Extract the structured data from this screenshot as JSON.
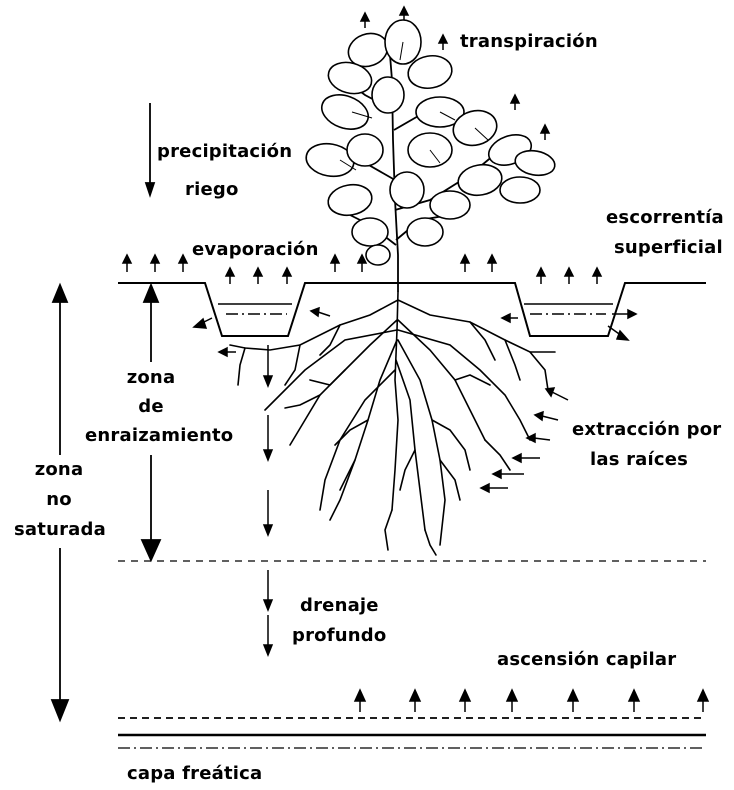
{
  "labels": {
    "transpiracion": "transpiración",
    "precipitacion": "precipitación",
    "riego": "riego",
    "escorrentia_1": "escorrentía",
    "escorrentia_2": "superficial",
    "evaporacion": "evaporación",
    "zona_enraizamiento_1": "zona",
    "zona_enraizamiento_2": "de",
    "zona_enraizamiento_3": "enraizamiento",
    "zona_no_saturada_1": "zona",
    "zona_no_saturada_2": "no",
    "zona_no_saturada_3": "saturada",
    "extraccion_1": "extracción por",
    "extraccion_2": "las raíces",
    "drenaje_1": "drenaje",
    "drenaje_2": "profundo",
    "ascension_capilar": "ascensión capilar",
    "capa_freatica": "capa freática"
  },
  "colors": {
    "ink": "#000000",
    "background": "#ffffff"
  }
}
